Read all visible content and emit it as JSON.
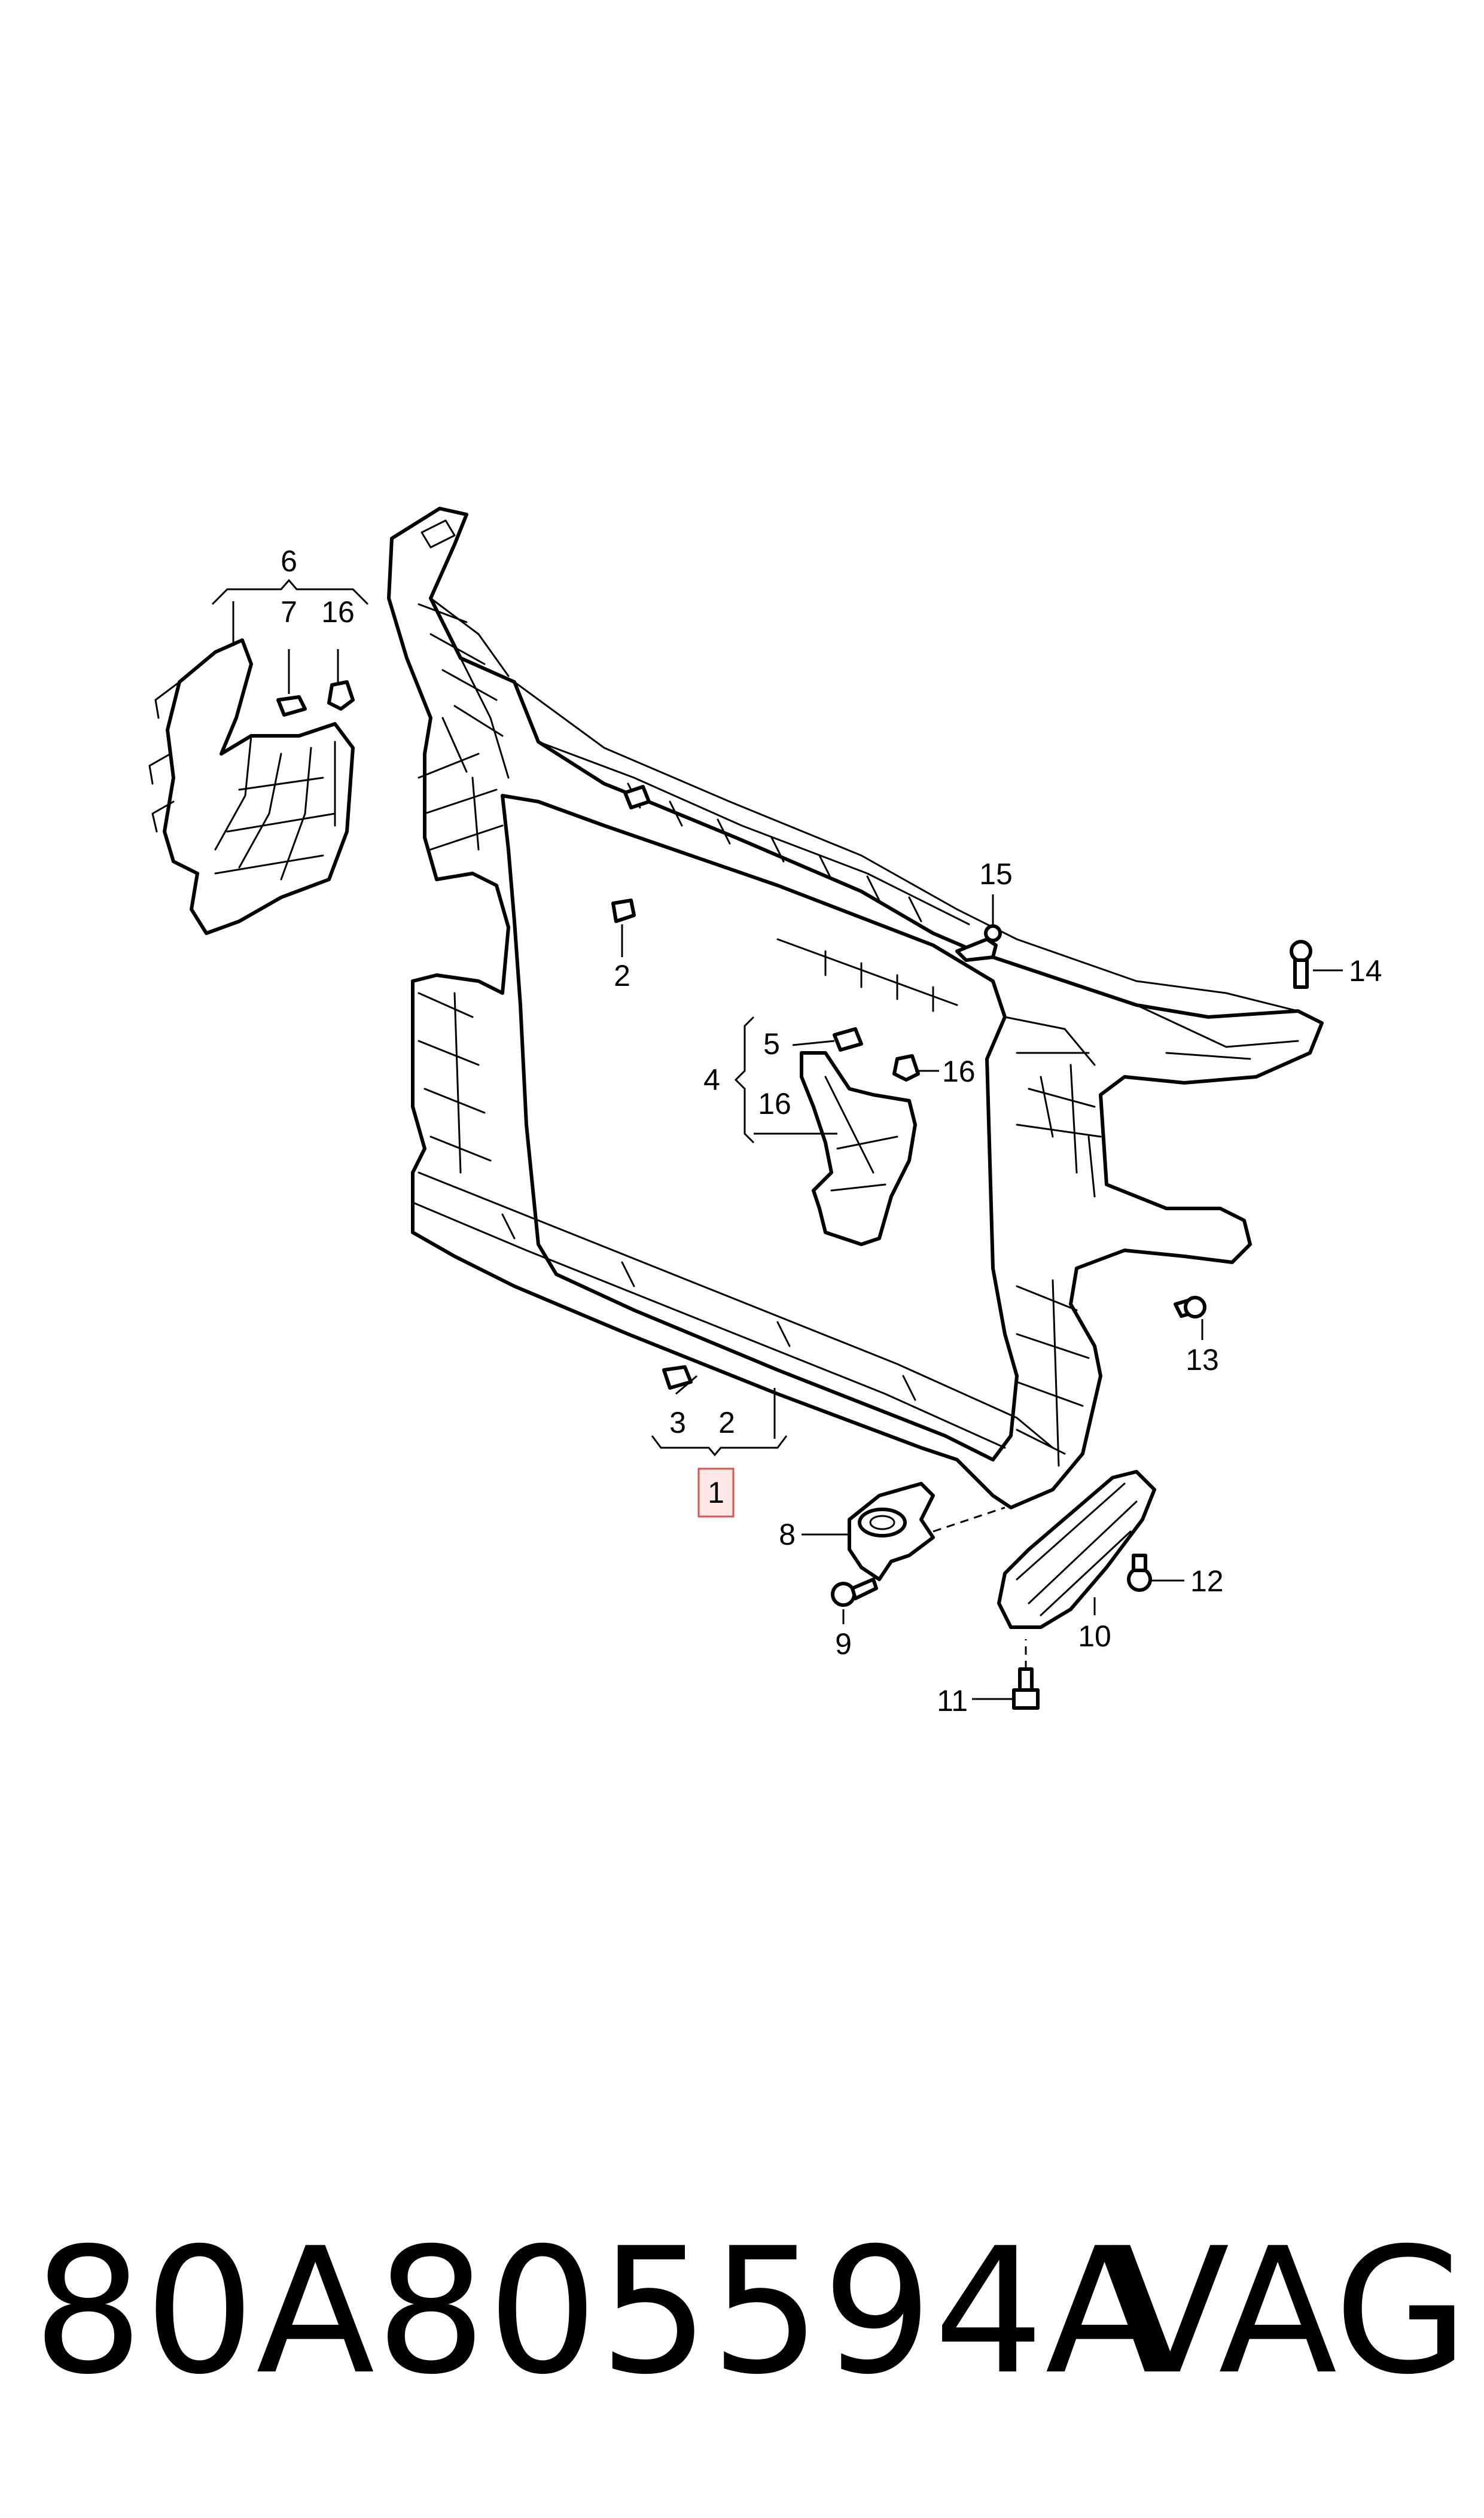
{
  "callouts": {
    "c1": "1",
    "c2": "2",
    "c2b": "2",
    "c3": "3",
    "c4": "4",
    "c5": "5",
    "c6": "6",
    "c7": "7",
    "c8": "8",
    "c9": "9",
    "c10": "10",
    "c11": "11",
    "c12": "12",
    "c13": "13",
    "c14": "14",
    "c15": "15",
    "c16a": "16",
    "c16b": "16",
    "c16c": "16"
  },
  "footer": {
    "part_number": "80A805594A",
    "brand": "VAG"
  },
  "colors": {
    "line": "#000000",
    "highlight_fill": "#fde7e7",
    "highlight_stroke": "#d9534f"
  }
}
